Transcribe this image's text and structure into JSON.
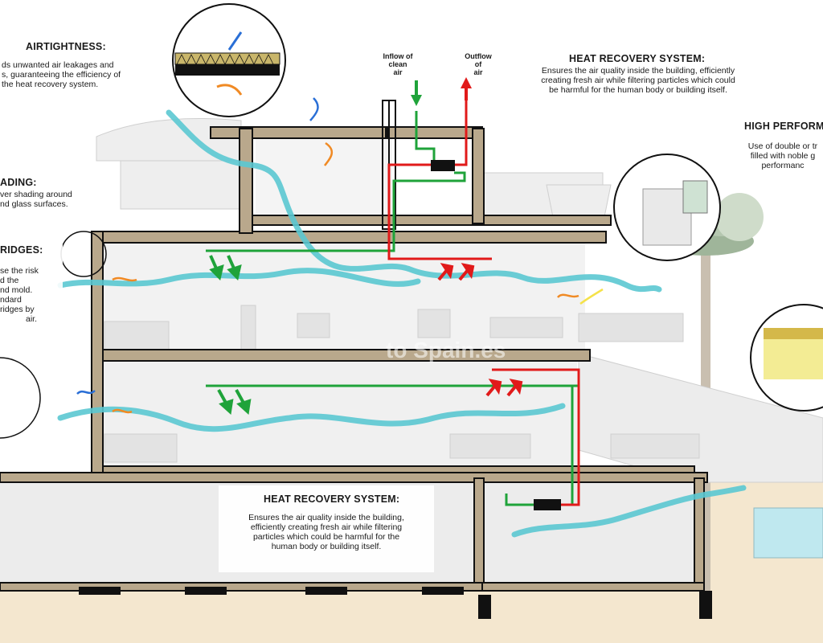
{
  "colors": {
    "air_flow": "#5bc8d1",
    "clean_air": "#1fa33a",
    "exhaust_air": "#e11a1a",
    "leak_arrow_blue": "#2a6fd6",
    "leak_arrow_orange": "#f08a24",
    "ground": "#f4e7cf",
    "slab": "#b9a88c"
  },
  "labels": {
    "airtightness_title": "AIRTIGHTNESS:",
    "airtightness_text": [
      "ds unwanted air leakages and",
      "s, guaranteeing the efficiency of",
      "the heat recovery system."
    ],
    "inflow_label": [
      "Inflow of",
      "clean",
      "air"
    ],
    "outflow_label": [
      "Outflow",
      "of",
      "air"
    ],
    "hrs_top_title": "HEAT RECOVERY SYSTEM:",
    "hrs_top_text": [
      "Ensures the air quality inside the building, efficiently",
      "creating fresh air while filtering particles which could",
      "be harmful for the human body or building itself."
    ],
    "high_perf_title": "HIGH PERFORM",
    "high_perf_text": [
      "Use of double or tr",
      "filled with noble g",
      "performanc"
    ],
    "shading_title": "ADING:",
    "shading_text": [
      "ver shading around",
      "nd glass surfaces."
    ],
    "bridges_title": "RIDGES:",
    "bridges_text": [
      "se the risk",
      "d the",
      "nd mold.",
      "ndard",
      "ridges by",
      "air."
    ],
    "hrs_bottom_title": "HEAT RECOVERY SYSTEM:",
    "hrs_bottom_text": [
      "Ensures the air quality inside the building,",
      "efficiently creating fresh air while filtering",
      "particles which could be harmful for the",
      "human body or building itself."
    ],
    "watermark": "to Spain.es"
  }
}
